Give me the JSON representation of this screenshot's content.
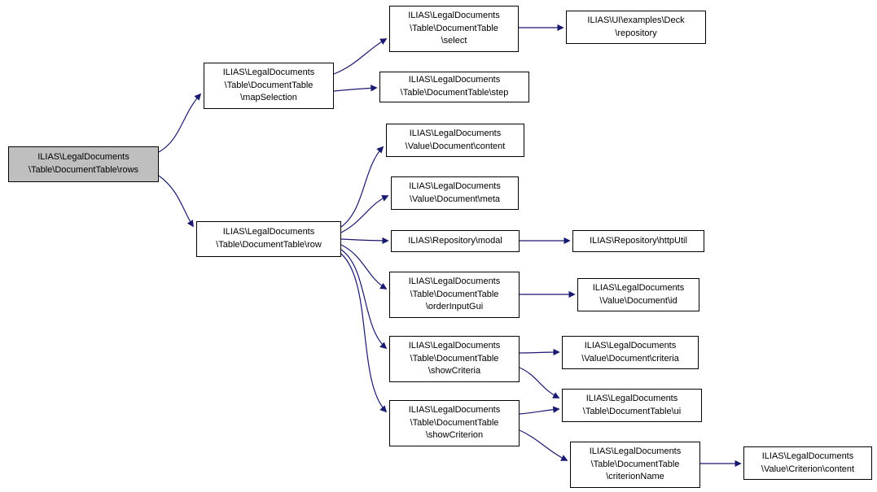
{
  "diagram": {
    "type": "call-graph",
    "edge_color": "#191970",
    "node_border_color": "#000000",
    "node_fill": "#ffffff",
    "highlight_fill": "#bfbfbf",
    "nodes": {
      "rows": {
        "label": "ILIAS\\LegalDocuments\n\\Table\\DocumentTable\\rows",
        "highlighted": true
      },
      "mapSelection": {
        "label": "ILIAS\\LegalDocuments\n\\Table\\DocumentTable\n\\mapSelection"
      },
      "select": {
        "label": "ILIAS\\LegalDocuments\n\\Table\\DocumentTable\n\\select"
      },
      "deckRepository": {
        "label": "ILIAS\\UI\\examples\\Deck\n\\repository"
      },
      "step": {
        "label": "ILIAS\\LegalDocuments\n\\Table\\DocumentTable\\step"
      },
      "row": {
        "label": "ILIAS\\LegalDocuments\n\\Table\\DocumentTable\\row"
      },
      "documentContent": {
        "label": "ILIAS\\LegalDocuments\n\\Value\\Document\\content"
      },
      "documentMeta": {
        "label": "ILIAS\\LegalDocuments\n\\Value\\Document\\meta"
      },
      "modal": {
        "label": "ILIAS\\Repository\\modal"
      },
      "httpUtil": {
        "label": "ILIAS\\Repository\\httpUtil"
      },
      "orderInputGui": {
        "label": "ILIAS\\LegalDocuments\n\\Table\\DocumentTable\n\\orderInputGui"
      },
      "documentId": {
        "label": "ILIAS\\LegalDocuments\n\\Value\\Document\\id"
      },
      "showCriteria": {
        "label": "ILIAS\\LegalDocuments\n\\Table\\DocumentTable\n\\showCriteria"
      },
      "documentCriteria": {
        "label": "ILIAS\\LegalDocuments\n\\Value\\Document\\criteria"
      },
      "tableUi": {
        "label": "ILIAS\\LegalDocuments\n\\Table\\DocumentTable\\ui"
      },
      "showCriterion": {
        "label": "ILIAS\\LegalDocuments\n\\Table\\DocumentTable\n\\showCriterion"
      },
      "criterionName": {
        "label": "ILIAS\\LegalDocuments\n\\Table\\DocumentTable\n\\criterionName"
      },
      "criterionContent": {
        "label": "ILIAS\\LegalDocuments\n\\Value\\Criterion\\content"
      }
    },
    "edges": [
      {
        "from": "rows",
        "to": "mapSelection"
      },
      {
        "from": "rows",
        "to": "row"
      },
      {
        "from": "mapSelection",
        "to": "select"
      },
      {
        "from": "mapSelection",
        "to": "step"
      },
      {
        "from": "select",
        "to": "deckRepository"
      },
      {
        "from": "row",
        "to": "documentContent"
      },
      {
        "from": "row",
        "to": "documentMeta"
      },
      {
        "from": "row",
        "to": "modal"
      },
      {
        "from": "row",
        "to": "orderInputGui"
      },
      {
        "from": "row",
        "to": "showCriteria"
      },
      {
        "from": "row",
        "to": "showCriterion"
      },
      {
        "from": "modal",
        "to": "httpUtil"
      },
      {
        "from": "orderInputGui",
        "to": "documentId"
      },
      {
        "from": "showCriteria",
        "to": "documentCriteria"
      },
      {
        "from": "showCriteria",
        "to": "tableUi"
      },
      {
        "from": "showCriterion",
        "to": "tableUi"
      },
      {
        "from": "showCriterion",
        "to": "criterionName"
      },
      {
        "from": "criterionName",
        "to": "criterionContent"
      }
    ]
  }
}
